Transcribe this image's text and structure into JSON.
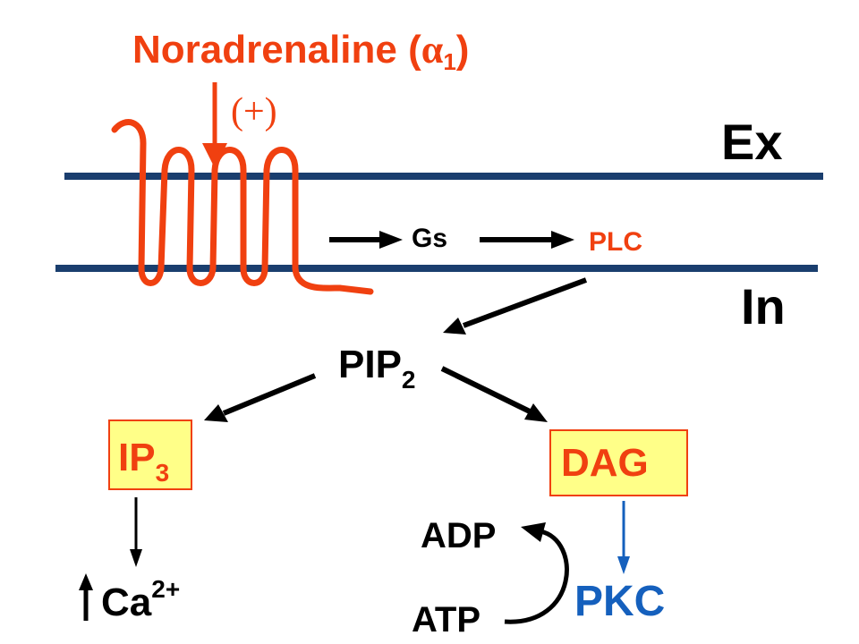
{
  "title": {
    "text": "Noradrenaline (",
    "greek": "α",
    "subscript": "1",
    "close": ")"
  },
  "stimulus_label": "(+)",
  "regions": {
    "extracellular": "Ex",
    "intracellular": "In"
  },
  "nodes": {
    "gs": "Gs",
    "plc": "PLC",
    "pip2": {
      "base": "PIP",
      "sub": "2"
    },
    "ip3": {
      "base": "IP",
      "sub": "3"
    },
    "dag": "DAG",
    "ca": {
      "base": "Ca",
      "sup": "2+"
    },
    "adp": "ADP",
    "atp": "ATP",
    "pkc": "PKC"
  },
  "colors": {
    "accent_red": "#F04010",
    "membrane": "#1A3E6E",
    "box_fill": "#FFFF88",
    "blue": "#1560BD",
    "black": "#000000"
  }
}
